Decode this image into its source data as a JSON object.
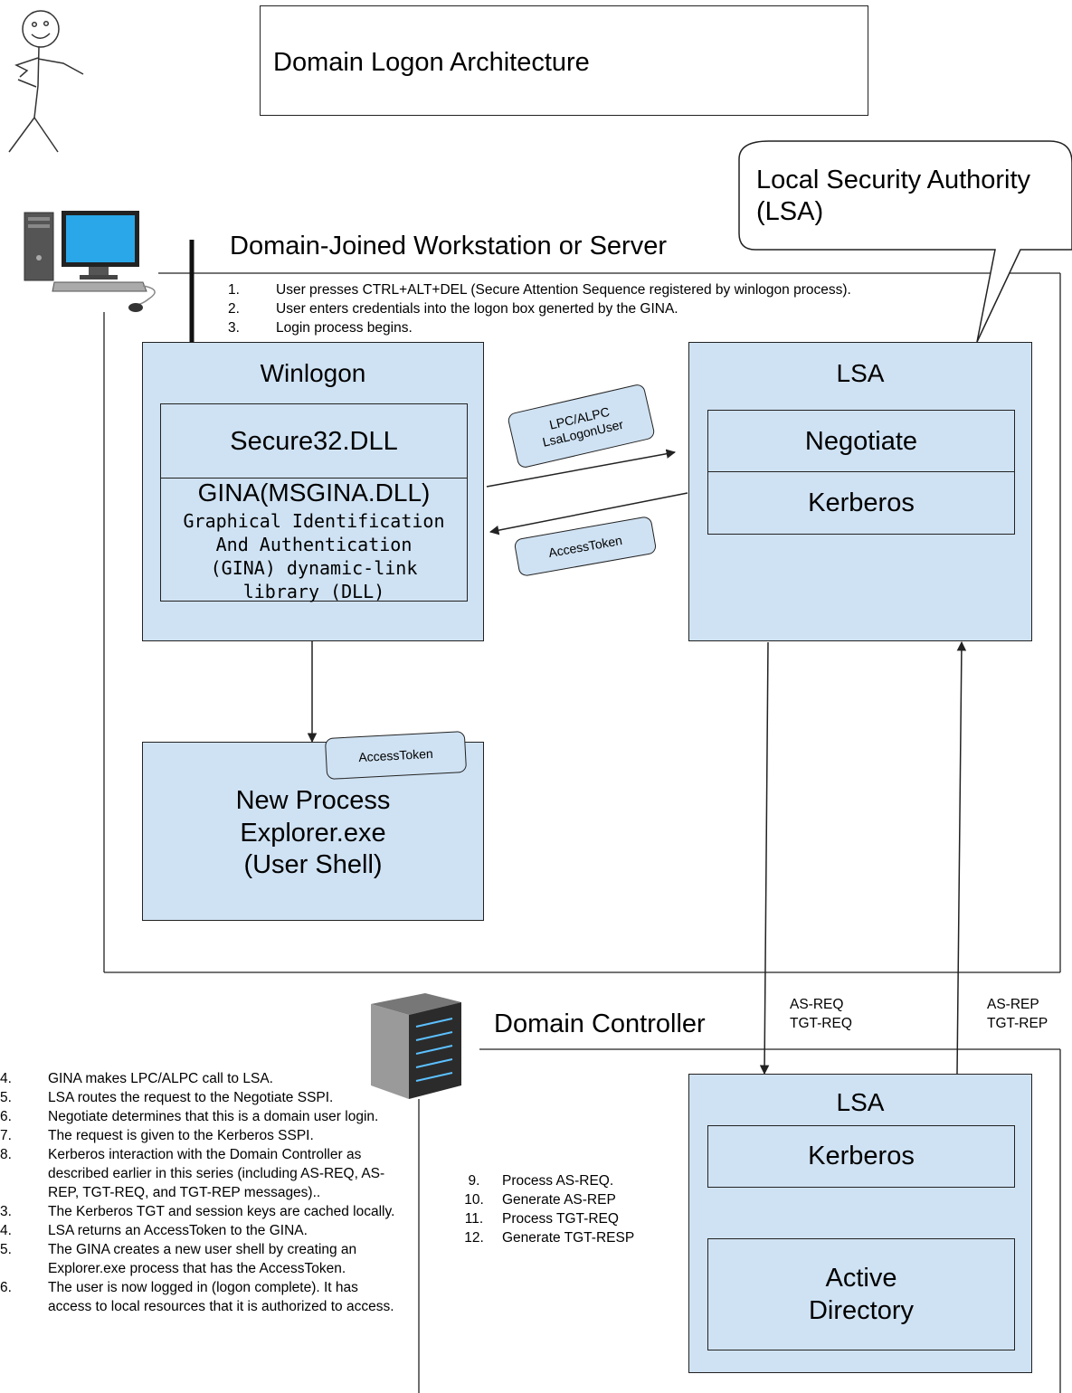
{
  "title": "Domain Logon Architecture",
  "lsa_callout": "Local  Security Authority (LSA)",
  "workstation": {
    "label": "Domain-Joined Workstation or Server",
    "steps": [
      {
        "num": "1.",
        "text": "User presses CTRL+ALT+DEL (Secure Attention Sequence registered by winlogon process)."
      },
      {
        "num": "2.",
        "text": "User enters credentials into the logon box generted by the GINA."
      },
      {
        "num": "3.",
        "text": "Login process begins."
      }
    ],
    "winlogon": {
      "title": "Winlogon",
      "secure32": "Secure32.DLL",
      "gina_title": "GINA(MSGINA.DLL)",
      "gina_desc": "Graphical  Identification And Authentication (GINA) dynamic-link library (DLL)"
    },
    "lsa": {
      "title": "LSA",
      "negotiate": "Negotiate",
      "kerberos": "Kerberos"
    },
    "lpc_label_line1": "LPC/ALPC",
    "lpc_label_line2": "LsaLogonUser",
    "access_token_label": "AccessToken",
    "new_process": {
      "line1": "New Process",
      "line2": "Explorer.exe",
      "line3": "(User Shell)",
      "token": "AccessToken"
    }
  },
  "as_req_label": {
    "line1": "AS-REQ",
    "line2": "TGT-REQ"
  },
  "as_rep_label": {
    "line1": "AS-REP",
    "line2": "TGT-REP"
  },
  "domain_controller": {
    "label": "Domain Controller",
    "lsa_title": "LSA",
    "kerberos": "Kerberos",
    "ad_line1": "Active",
    "ad_line2": "Directory",
    "steps": [
      {
        "num": "9.",
        "text": "Process AS-REQ."
      },
      {
        "num": "10.",
        "text": "Generate AS-REP"
      },
      {
        "num": "11.",
        "text": "Process TGT-REQ"
      },
      {
        "num": "12.",
        "text": "Generate TGT-RESP"
      }
    ]
  },
  "left_steps": [
    {
      "num": "4.",
      "text": "GINA makes LPC/ALPC call to LSA."
    },
    {
      "num": "5.",
      "text": "LSA routes the request to the Negotiate SSPI."
    },
    {
      "num": "6.",
      "text": "Negotiate determines that this is a domain user login."
    },
    {
      "num": "7.",
      "text": "The request is given to the Kerberos SSPI."
    },
    {
      "num": "8.",
      "text": "Kerberos interaction with the Domain Controller as described earlier in this series (including AS-REQ, AS-REP, TGT-REQ, and TGT-REP messages).."
    },
    {
      "num": "3.",
      "text": "The Kerberos TGT and session keys are cached locally."
    },
    {
      "num": "4.",
      "text": "LSA returns an AccessToken to the GINA."
    },
    {
      "num": "5.",
      "text": "The GINA creates a new user shell by creating an Explorer.exe process that has the AccessToken."
    },
    {
      "num": "6.",
      "text": "The user is now logged in (logon complete). It has access to local resources that it is authorized to access."
    }
  ],
  "colors": {
    "box_fill": "#cfe2f3",
    "stroke": "#222222"
  },
  "icons": [
    "stick-figure-icon",
    "desktop-computer-icon",
    "server-tower-icon"
  ]
}
